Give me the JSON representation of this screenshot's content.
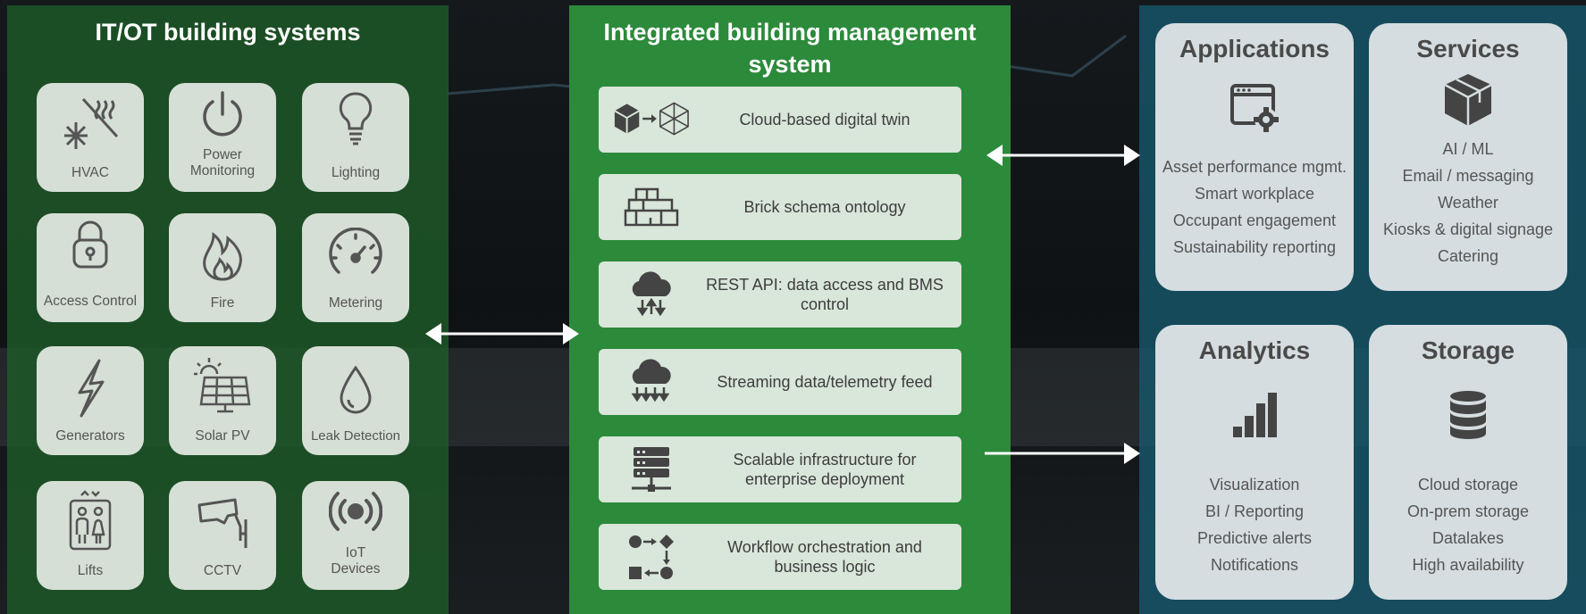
{
  "left_panel": {
    "title": "IT/OT building systems",
    "tiles": [
      {
        "label": "HVAC",
        "icon": "hvac-icon"
      },
      {
        "label": "Power Monitoring",
        "icon": "power-icon"
      },
      {
        "label": "Lighting",
        "icon": "lightbulb-icon"
      },
      {
        "label": "Access Control",
        "icon": "padlock-icon"
      },
      {
        "label": "Fire",
        "icon": "flame-icon"
      },
      {
        "label": "Metering",
        "icon": "gauge-icon"
      },
      {
        "label": "Generators",
        "icon": "lightning-icon"
      },
      {
        "label": "Solar PV",
        "icon": "solar-panel-icon"
      },
      {
        "label": "Leak Detection",
        "icon": "water-drop-icon"
      },
      {
        "label": "Lifts",
        "icon": "elevator-icon"
      },
      {
        "label": "CCTV",
        "icon": "camera-icon"
      },
      {
        "label": "IoT Devices",
        "icon": "wireless-signal-icon"
      }
    ]
  },
  "middle_panel": {
    "title": "Integrated building management system",
    "rows": [
      {
        "label": "Cloud-based digital twin",
        "icon": "digital-twin-icon"
      },
      {
        "label": "Brick schema ontology",
        "icon": "brick-wall-icon"
      },
      {
        "label": "REST API: data access and BMS control",
        "icon": "cloud-transfer-icon"
      },
      {
        "label": "Streaming data/telemetry feed",
        "icon": "cloud-stream-icon"
      },
      {
        "label": "Scalable infrastructure for enterprise deployment",
        "icon": "server-icon"
      },
      {
        "label": "Workflow orchestration and business logic",
        "icon": "workflow-icon"
      }
    ]
  },
  "right_panel": {
    "cards": [
      {
        "title": "Applications",
        "icon": "app-settings-icon",
        "items": [
          "Asset performance mgmt.",
          "Smart workplace",
          "Occupant engagement",
          "Sustainability reporting"
        ]
      },
      {
        "title": "Services",
        "icon": "box-icon",
        "items": [
          "AI / ML",
          "Email / messaging",
          "Weather",
          "Kiosks & digital signage",
          "Catering"
        ]
      },
      {
        "title": "Analytics",
        "icon": "bar-chart-icon",
        "items": [
          "Visualization",
          "BI / Reporting",
          "Predictive alerts",
          "Notifications"
        ]
      },
      {
        "title": "Storage",
        "icon": "database-icon",
        "items": [
          "Cloud storage",
          "On-prem storage",
          "Datalakes",
          "High availability"
        ]
      }
    ]
  },
  "colors": {
    "left_panel": "#1e5a28",
    "middle_panel": "#2c8a3b",
    "right_panel": "#165a6e",
    "tile": "#d6dfd6",
    "arrow": "#ffffff"
  }
}
